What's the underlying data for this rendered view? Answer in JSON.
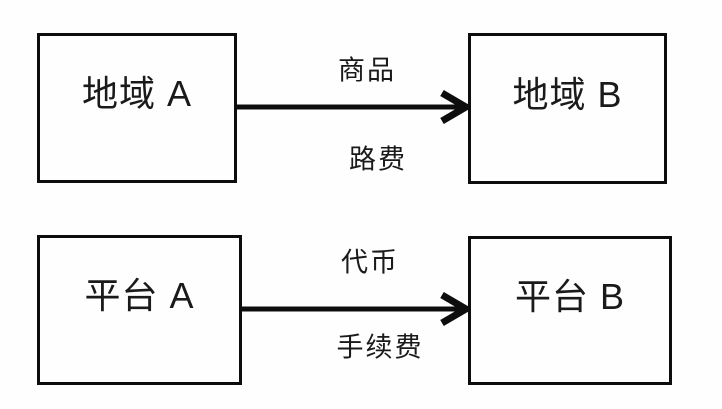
{
  "diagram": {
    "title": "analogy diagram: regions trading goods vs platforms exchanging tokens",
    "boxes": [
      {
        "id": "region-a",
        "label": "地域 A"
      },
      {
        "id": "region-b",
        "label": "地域 B"
      },
      {
        "id": "platform-a",
        "label": "平台 A"
      },
      {
        "id": "platform-b",
        "label": "平台 B"
      }
    ],
    "arrows": [
      {
        "from": "region-a",
        "to": "region-b",
        "label_above": "商品",
        "label_below": "路费"
      },
      {
        "from": "platform-a",
        "to": "platform-b",
        "label_above": "代币",
        "label_below": "手续费"
      }
    ],
    "colors": {
      "line": "#0d0d0d",
      "text": "#1a1a1a",
      "background": "#fefefe",
      "box_fill": "#fefefe"
    }
  }
}
